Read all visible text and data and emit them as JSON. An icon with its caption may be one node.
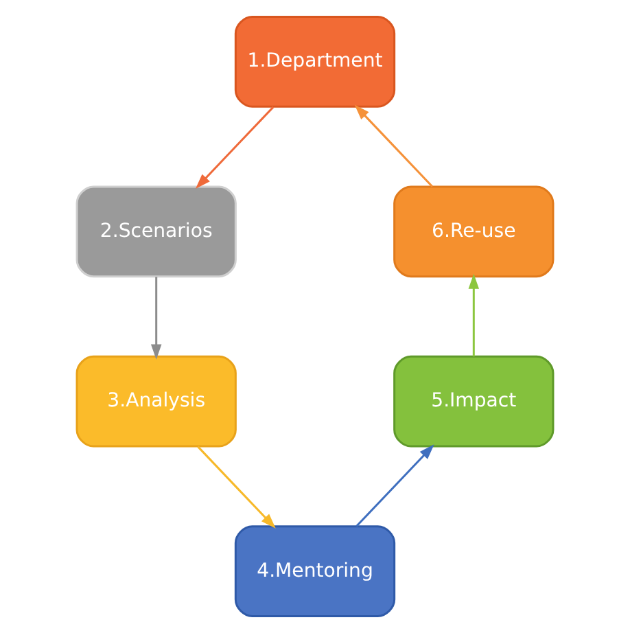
{
  "diagram": {
    "nodes": [
      {
        "text": [
          "1.Department"
        ]
      },
      {
        "text": [
          "2.Scenarios"
        ]
      },
      {
        "text": [
          "3.Analysis"
        ]
      },
      {
        "text": [
          "4.Mentoring"
        ]
      },
      {
        "text": [
          "5.Impact"
        ]
      },
      {
        "text": [
          "6.Re-use"
        ]
      }
    ],
    "edges": [
      {
        "from": 0,
        "to": 1,
        "arrow": "to",
        "color": "#ef6a3a"
      },
      {
        "from": 1,
        "to": 2,
        "arrow": "to",
        "color": "#8c8c8c"
      },
      {
        "from": 2,
        "to": 3,
        "arrow": "to",
        "color": "#f7b92a"
      },
      {
        "from": 3,
        "to": 4,
        "arrow": "to",
        "color": "#3f6fbf"
      },
      {
        "from": 4,
        "to": 5,
        "arrow": "to",
        "color": "#8cc63f"
      },
      {
        "from": 5,
        "to": 0,
        "arrow": "to",
        "color": "#f5923a"
      }
    ]
  }
}
